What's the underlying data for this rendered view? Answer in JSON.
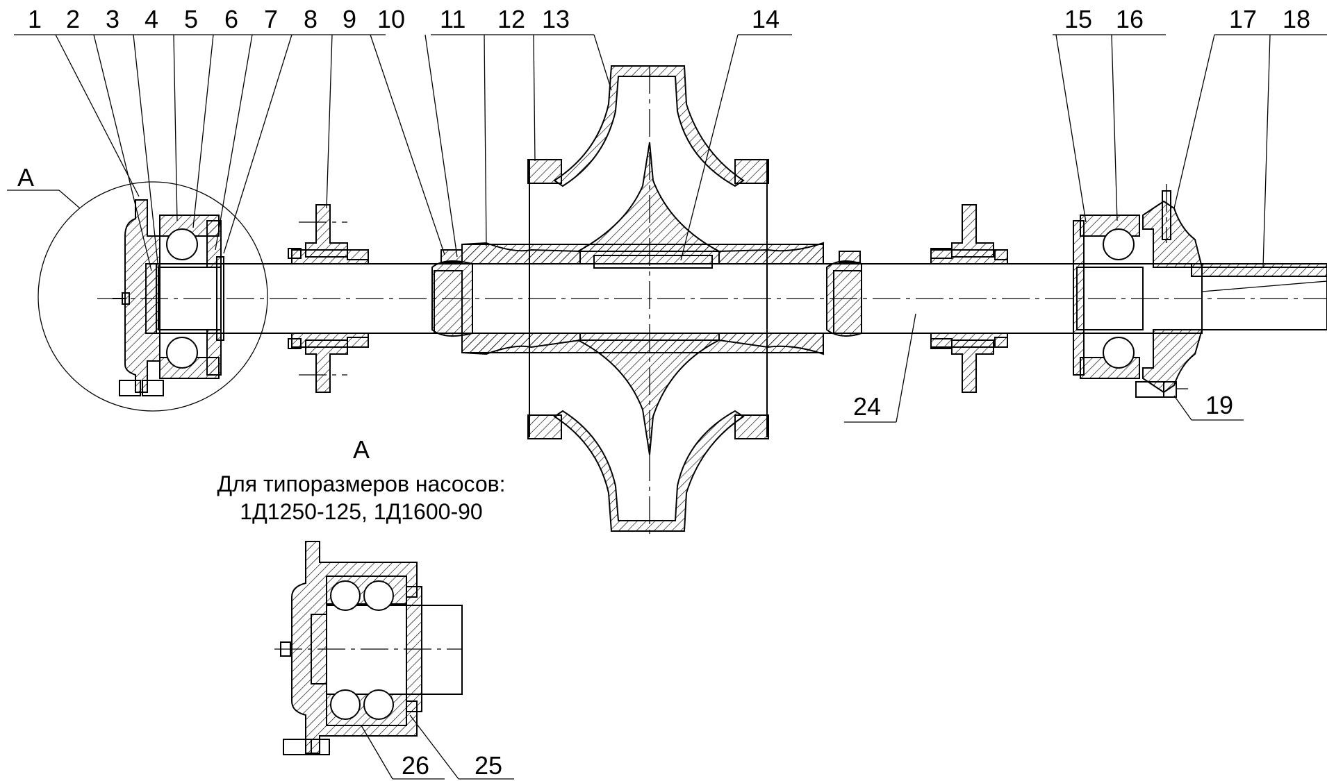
{
  "callouts_top": [
    "1",
    "2",
    "3",
    "4",
    "5",
    "6",
    "7",
    "8",
    "9",
    "10",
    "11",
    "12",
    "13",
    "14",
    "15",
    "16",
    "17",
    "18"
  ],
  "callouts_bottom": [
    "19",
    "24"
  ],
  "detail_callouts": [
    "26",
    "25"
  ],
  "detail_ref": "А",
  "detail": {
    "title": "А",
    "caption_line1": "Для типоразмеров насосов:",
    "caption_line2": "1Д1250-125, 1Д1600-90"
  }
}
